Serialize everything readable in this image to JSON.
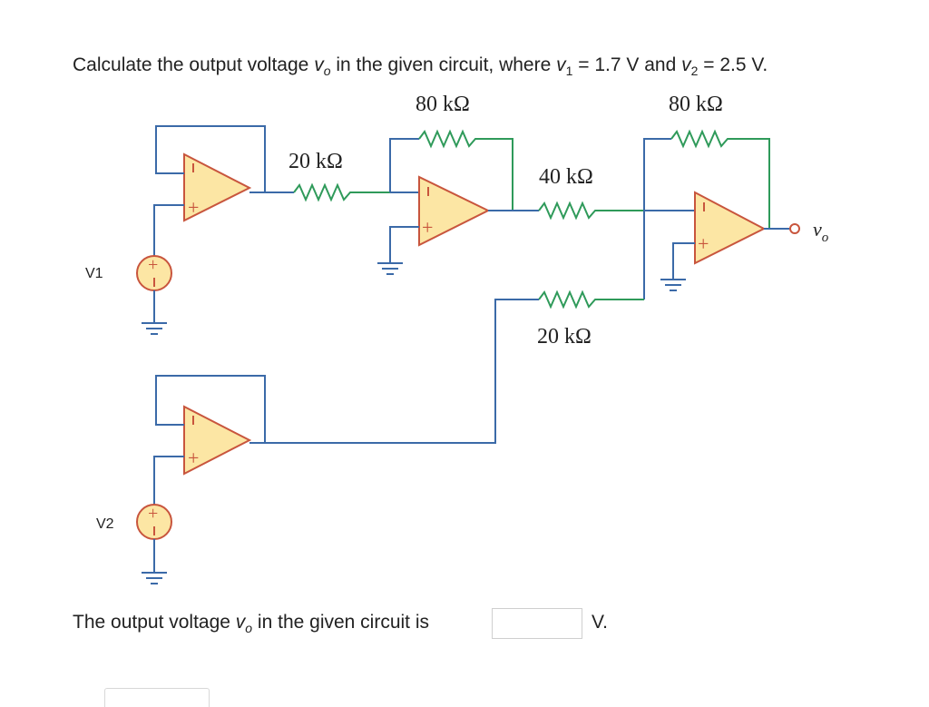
{
  "question": {
    "prefix": "Calculate the output voltage ",
    "vo_sym": "v",
    "vo_sub": "o",
    "mid": " in the given circuit, where ",
    "v1_sym": "v",
    "v1_sub": "1",
    "v1_val": " = 1.7 V and ",
    "v2_sym": "v",
    "v2_sub": "2",
    "v2_val": " = 2.5 V."
  },
  "circuit": {
    "r_feedback_1": "80 kΩ",
    "r_feedback_2": "80 kΩ",
    "r_input_1": "20 kΩ",
    "r_input_2": "40 kΩ",
    "r_input_3": "20 kΩ",
    "src1_label": "V1",
    "src2_label": "V2",
    "vo_label": "v",
    "vo_label_sub": "o",
    "plus": "+",
    "minus": "−"
  },
  "answer": {
    "prefix": "The output voltage ",
    "vo_sym": "v",
    "vo_sub": "o",
    "suffix": " in the given circuit is",
    "input_value": "",
    "unit": "V."
  },
  "colors": {
    "wire": "#3b6aa8",
    "resistor": "#2f9a5a",
    "opamp_fill": "#fce6a4",
    "opamp_stroke": "#c8553d"
  }
}
